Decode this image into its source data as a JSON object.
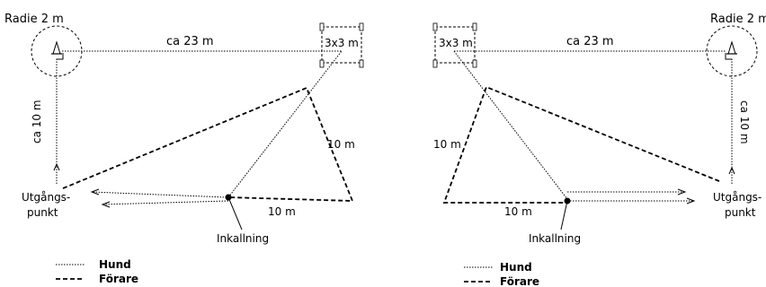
{
  "legend": {
    "hund": "Hund",
    "forare": "Förare"
  },
  "left": {
    "radius_label": "Radie 2 m",
    "distance_top": "ca 23 m",
    "distance_side": "ca 10 m",
    "box_label": "3x3 m",
    "distance_right": "10 m",
    "distance_bottom": "10 m",
    "start_line1": "Utgångs-",
    "start_line2": "punkt",
    "call_point": "Inkallning"
  },
  "right": {
    "radius_label": "Radie 2 m",
    "distance_top": "ca 23 m",
    "distance_side": "ca 10 m",
    "box_label": "3x3 m",
    "distance_left": "10 m",
    "distance_bottom": "10 m",
    "start_line1": "Utgångs-",
    "start_line2": "punkt",
    "call_point": "Inkallning"
  }
}
